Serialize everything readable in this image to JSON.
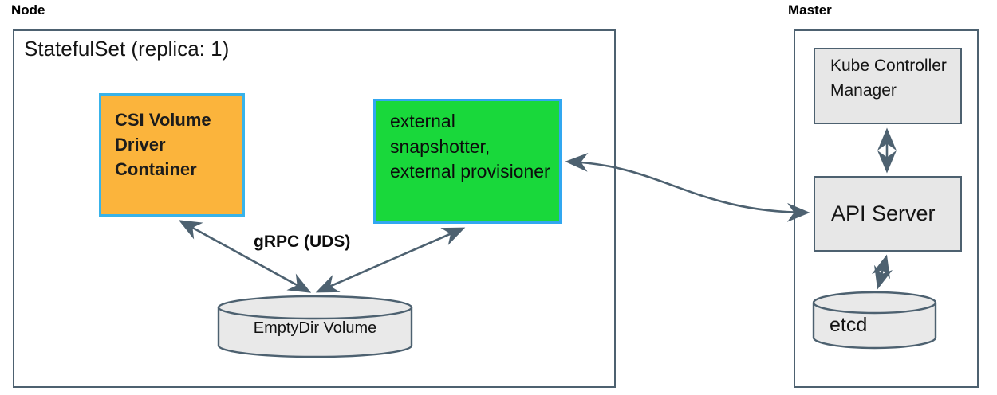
{
  "diagram": {
    "node": {
      "label": "Node",
      "statefulset_title": "StatefulSet (replica: 1)",
      "csi_driver_box_label": "CSI Volume Driver Container",
      "sidecar_box_label": "external snapshotter, external provisioner",
      "grpc_label": "gRPC (UDS)",
      "emptydir_volume_label": "EmptyDir Volume"
    },
    "master": {
      "label": "Master",
      "kube_controller_manager_label": "Kube Controller Manager",
      "api_server_label": "API Server",
      "etcd_label": "etcd"
    },
    "colors": {
      "csi_box_fill": "#fbb43c",
      "sidecar_box_fill": "#19d83b",
      "colored_box_border": "#35adec",
      "gray_fill": "#e7e7e7",
      "line_and_border": "#4d6170",
      "text": "#111111"
    }
  }
}
